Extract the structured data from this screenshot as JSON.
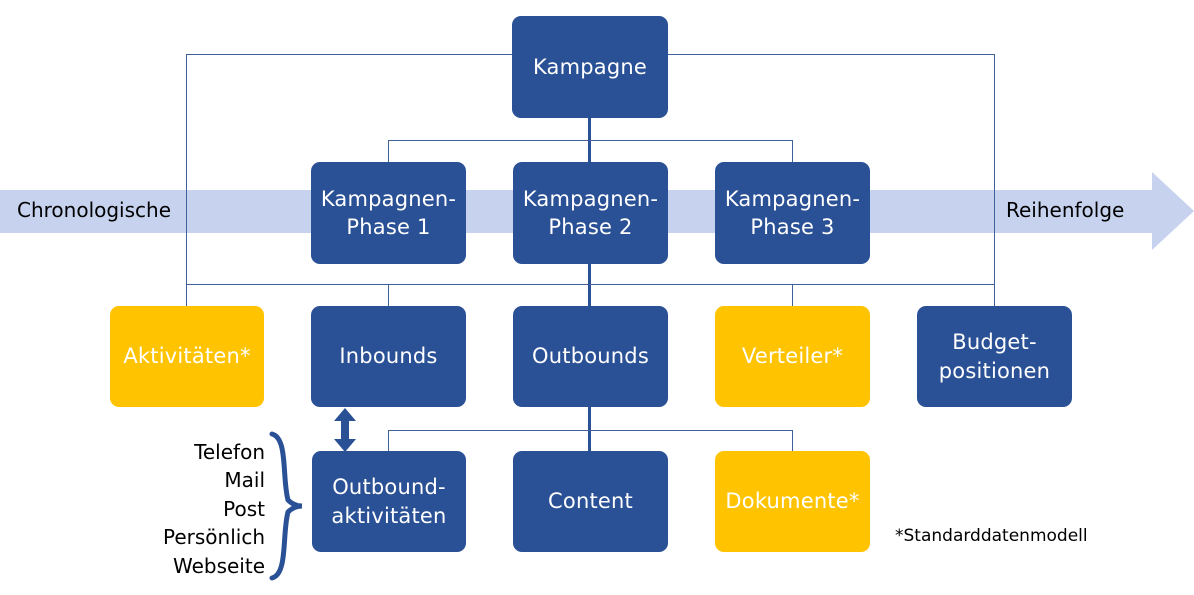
{
  "diagram": {
    "title_note": "*Standarddatenmodell",
    "timeline": {
      "left_label": "Chronologische",
      "right_label": "Reihenfolge",
      "band_color": "#c6d2ee"
    },
    "colors": {
      "blue": "#2a5095",
      "yellow": "#ffc300",
      "connector": "#41619c",
      "band": "#c6d2ee",
      "text_on_node": "#ffffff",
      "text": "#000000"
    },
    "nodes": {
      "root": {
        "label": "Kampagne",
        "color": "blue"
      },
      "phase1": {
        "label": "Kampagnen-\nPhase 1",
        "color": "blue"
      },
      "phase2": {
        "label": "Kampagnen-\nPhase 2",
        "color": "blue"
      },
      "phase3": {
        "label": "Kampagnen-\nPhase 3",
        "color": "blue"
      },
      "aktivitaeten": {
        "label": "Aktivitäten*",
        "color": "yellow"
      },
      "inbounds": {
        "label": "Inbounds",
        "color": "blue"
      },
      "outbounds": {
        "label": "Outbounds",
        "color": "blue"
      },
      "verteiler": {
        "label": "Verteiler*",
        "color": "yellow"
      },
      "budgetpositionen": {
        "label": "Budget-\npositionen",
        "color": "blue"
      },
      "outboundaktivitaeten": {
        "label": "Outbound-\naktivitäten",
        "color": "blue"
      },
      "content": {
        "label": "Content",
        "color": "blue"
      },
      "dokumente": {
        "label": "Dokumente*",
        "color": "yellow"
      }
    },
    "channel_list": {
      "items": [
        "Telefon",
        "Mail",
        "Post",
        "Persönlich",
        "Webseite"
      ],
      "joined": "Telefon\nMail\nPost\nPersönlich\nWebseite"
    }
  }
}
